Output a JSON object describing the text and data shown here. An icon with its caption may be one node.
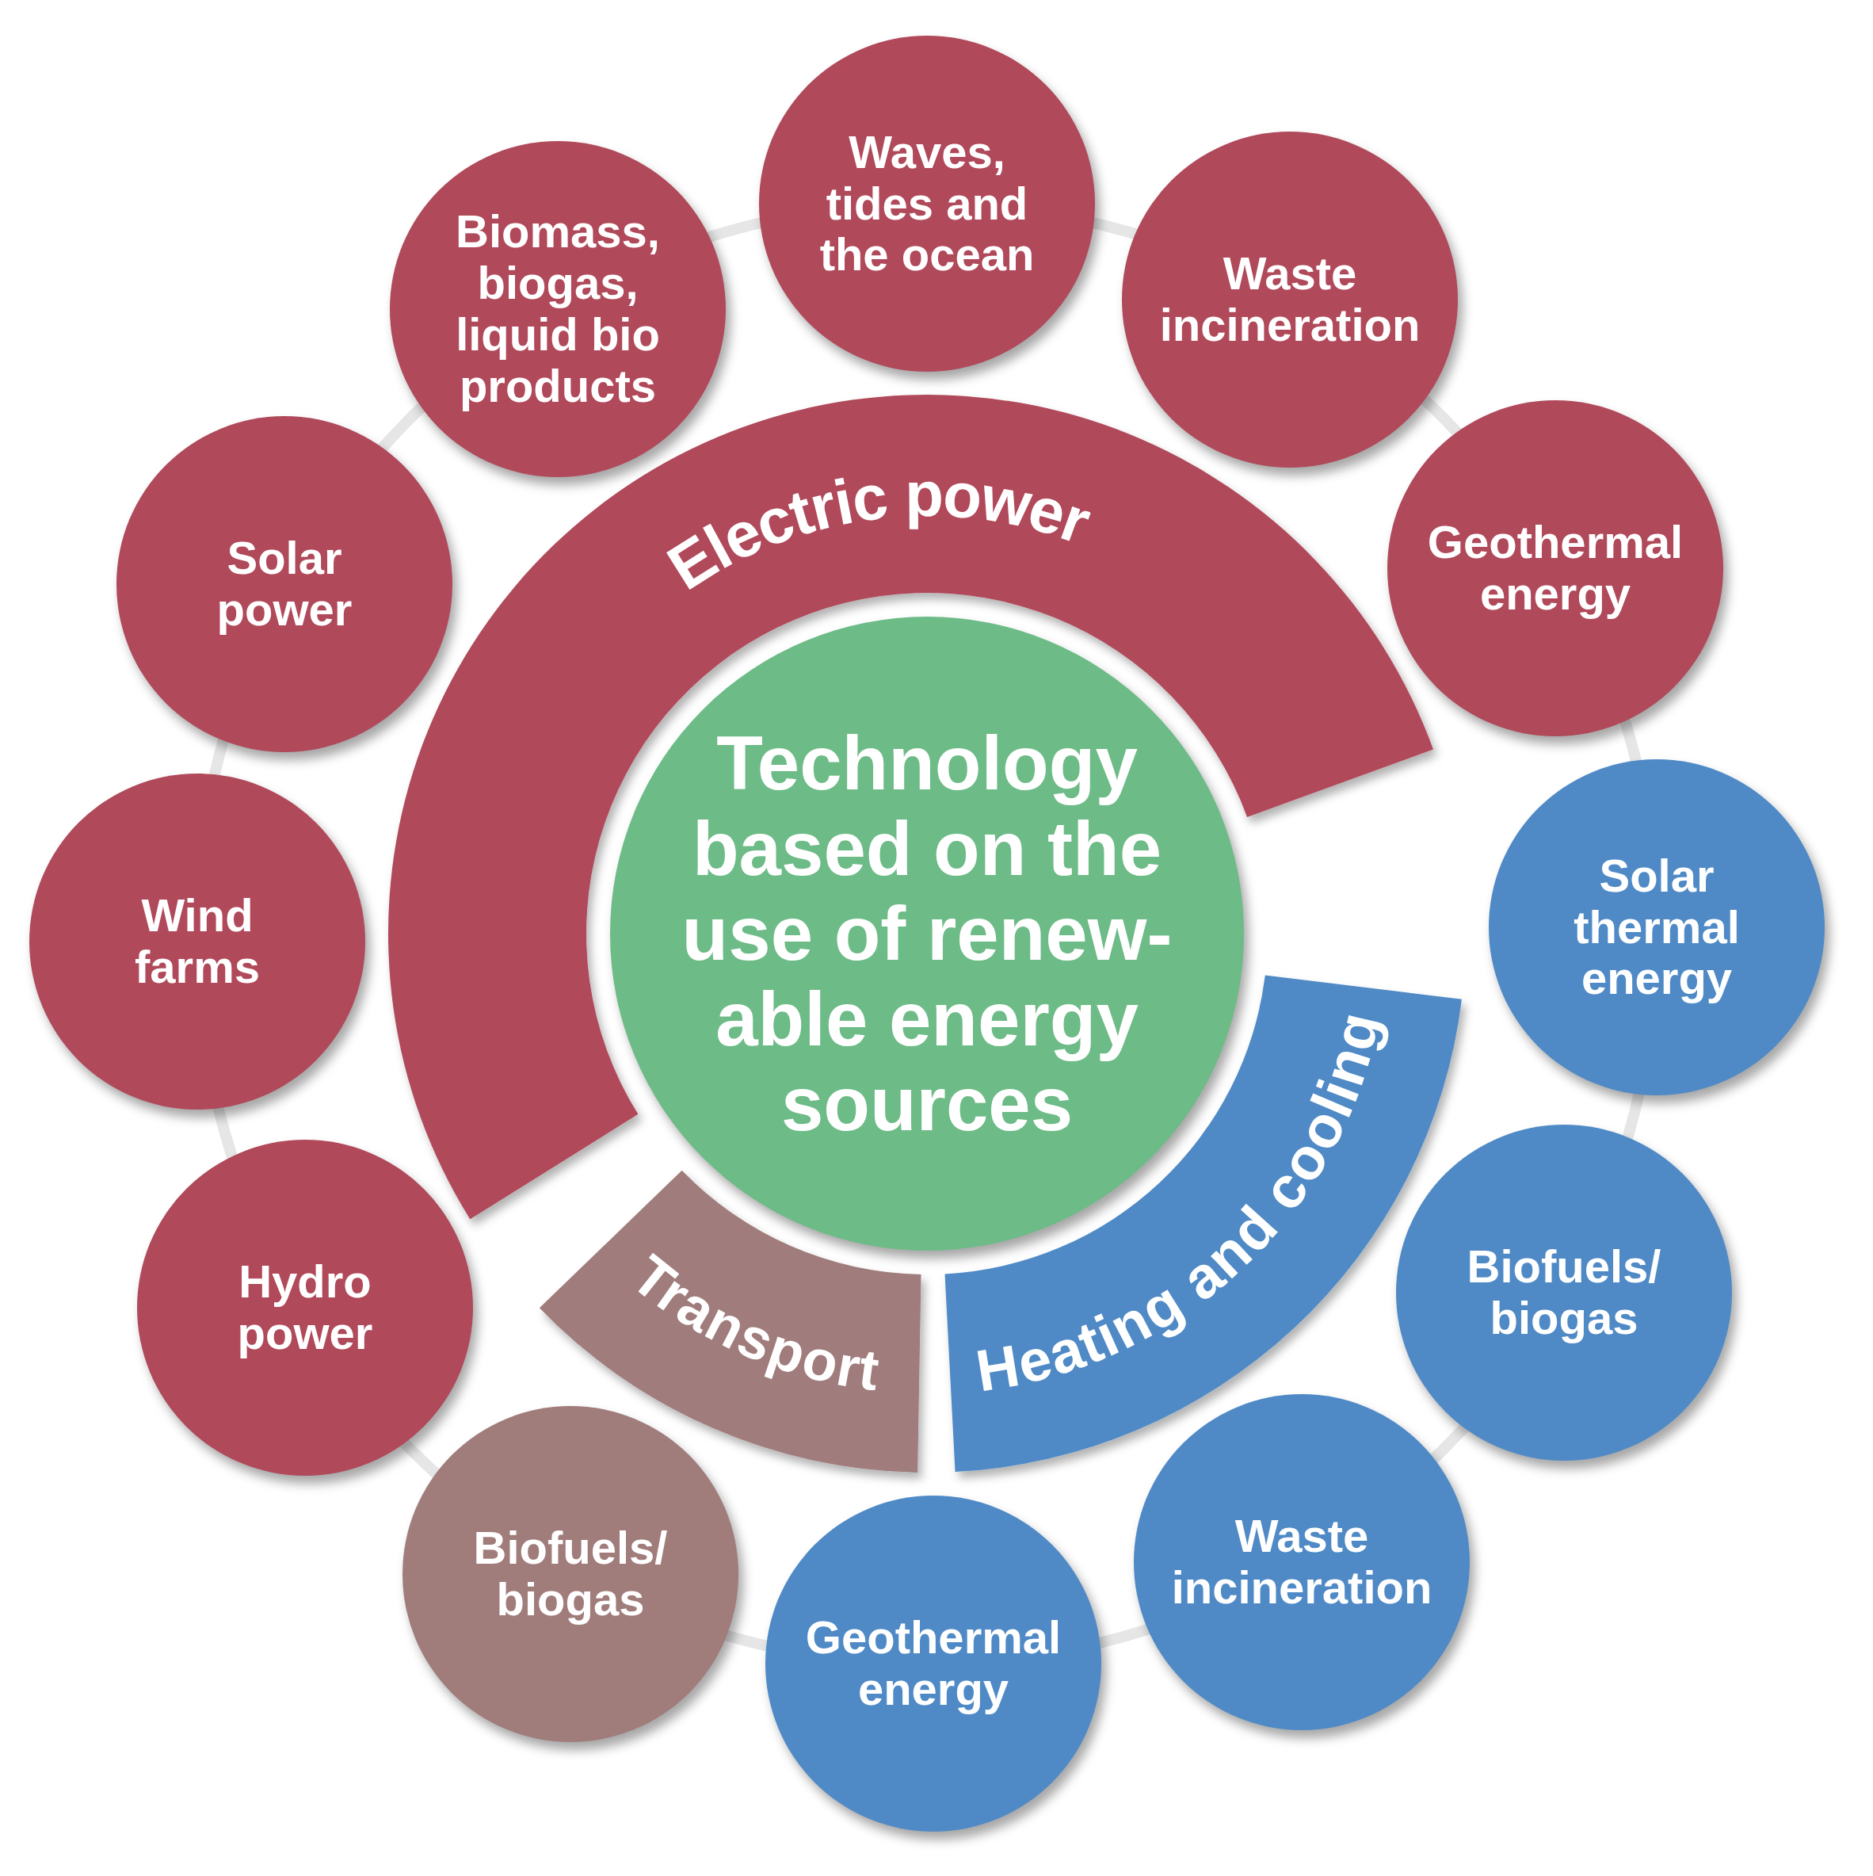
{
  "diagram": {
    "nodes": [
      {
        "text": [
          "Technology based on the use of renew-able energy sources"
        ]
      },
      {
        "text": [
          "Electric power"
        ]
      },
      {
        "text": [
          "Heating and cooling"
        ]
      },
      {
        "text": [
          "Transport"
        ]
      },
      {
        "text": [
          "Waves, tides and the ocean"
        ]
      },
      {
        "text": [
          "Waste incineration"
        ]
      },
      {
        "text": [
          "Geothermal energy"
        ]
      },
      {
        "text": [
          "Solar thermal energy"
        ]
      },
      {
        "text": [
          "Biofuels/ biogas"
        ]
      },
      {
        "text": [
          "Waste incineration"
        ]
      },
      {
        "text": [
          "Geothermal energy"
        ]
      },
      {
        "text": [
          "Biofuels/ biogas"
        ]
      },
      {
        "text": [
          "Hydro power"
        ]
      },
      {
        "text": [
          "Wind farms"
        ]
      },
      {
        "text": [
          "Solar power"
        ]
      },
      {
        "text": [
          "Biomass, biogas, liquid bio products"
        ]
      }
    ]
  }
}
